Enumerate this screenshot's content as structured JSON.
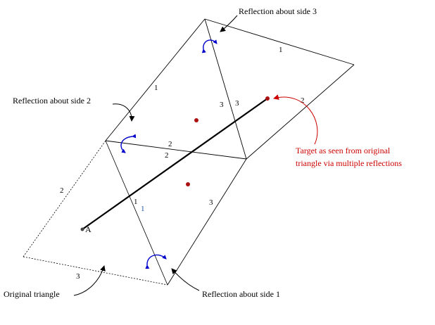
{
  "annotations": {
    "side3": "Reflection about side 3",
    "side2": "Reflection about side 2",
    "side1": "Reflection about side 1",
    "original": "Original triangle",
    "target_line1": "Target as seen from original",
    "target_line2": "triangle via multiple reflections"
  },
  "point_label": "A",
  "side_labels": {
    "orig_left": "2",
    "orig_bottom": "3",
    "orig_right": "1",
    "orig_right_blue": "1",
    "r1_right": "3",
    "r1_top_a": "2",
    "r1_top_b": "2",
    "r2_left": "1",
    "r2_right_a": "3",
    "r2_right_b": "3",
    "r3_top": "1",
    "r3_right": "2"
  },
  "colors": {
    "lines": "#000000",
    "path": "#000000",
    "target_text": "#cc0000",
    "target_dot": "#aa1111",
    "arrows": "#0000cc"
  }
}
